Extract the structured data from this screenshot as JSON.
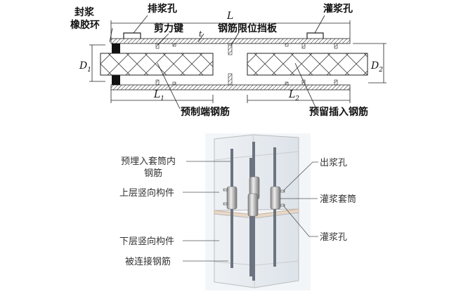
{
  "top_diagram": {
    "labels": {
      "seal_ring_line1": "封浆",
      "seal_ring_line2": "橡胶环",
      "outlet_hole": "排浆孔",
      "length": "L",
      "grout_hole": "灌浆孔",
      "shear_key": "剪力键",
      "thickness": "t",
      "rebar_stop_plate": "钢筋限位挡板",
      "d1_sym": "D",
      "d1_sub": "1",
      "d2_sym": "D",
      "d2_sub": "2",
      "l1_sym": "L",
      "l1_sub": "1",
      "l2_sym": "L",
      "l2_sub": "2",
      "precast_rebar": "预制端钢筋",
      "inserted_rebar": "预留插入钢筋"
    }
  },
  "bottom_diagram": {
    "labels": {
      "embedded_rebar_line1": "预埋入套筒内",
      "embedded_rebar_line2": "钢筋",
      "upper_member": "上层竖向构件",
      "lower_member": "下层竖向构件",
      "connected_rebar": "被连接钢筋",
      "outlet_hole": "出浆孔",
      "grout_sleeve": "灌浆套筒",
      "grout_hole": "灌浆孔"
    }
  }
}
